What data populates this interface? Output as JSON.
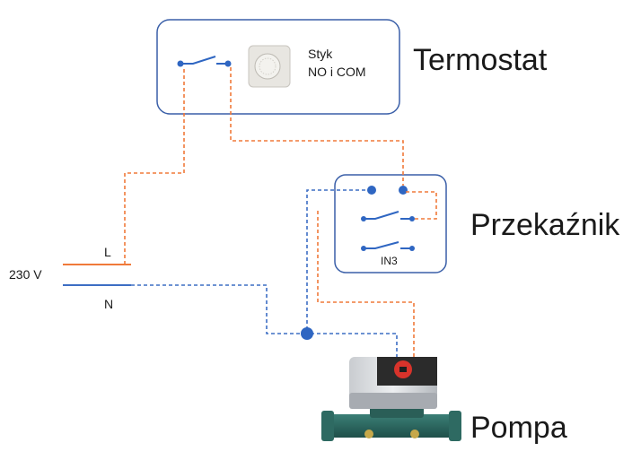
{
  "thermostat": {
    "title": "Termostat",
    "contact_line1": "Styk",
    "contact_line2": "NO i COM"
  },
  "relay": {
    "title": "Przekaźnik",
    "input_label": "IN3"
  },
  "supply": {
    "voltage": "230 V",
    "line": "L",
    "neutral": "N"
  },
  "pump": {
    "title": "Pompa"
  },
  "colors": {
    "box_border": "#3a5fa8",
    "live_wire": "#f07a3a",
    "neutral_wire": "#3d6ec4",
    "node": "#2f66c2"
  }
}
